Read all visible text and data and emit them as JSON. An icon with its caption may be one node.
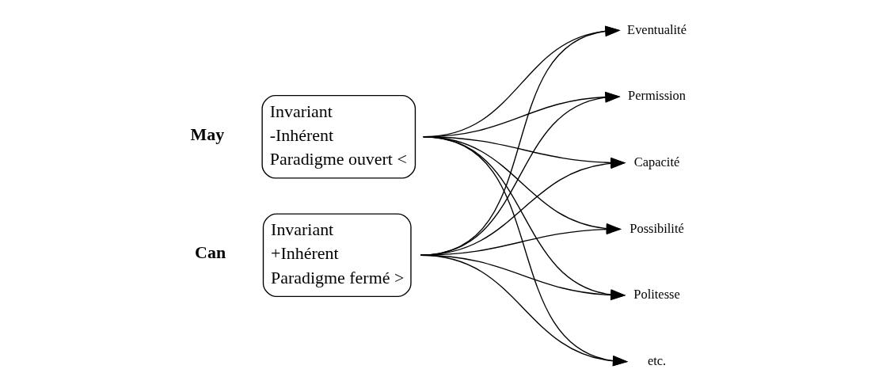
{
  "diagram": {
    "nodes": [
      {
        "text": [
          "Invariant",
          "-Inhérent",
          "Paradigme ouvert <"
        ],
        "beside": [
          "May"
        ]
      },
      {
        "text": [
          "Invariant",
          "+Inhérent",
          "Paradigme fermé >"
        ],
        "beside": [
          "Can"
        ]
      },
      {
        "text": [
          "Eventualité"
        ]
      },
      {
        "text": [
          "Permission"
        ]
      },
      {
        "text": [
          "Capacité"
        ]
      },
      {
        "text": [
          "Possibilité"
        ]
      },
      {
        "text": [
          "Politesse"
        ]
      },
      {
        "text": [
          "etc."
        ]
      }
    ],
    "edges": [
      {
        "from": 0,
        "to": 2,
        "arrow": "to"
      },
      {
        "from": 0,
        "to": 3,
        "arrow": "to"
      },
      {
        "from": 0,
        "to": 4,
        "arrow": "to"
      },
      {
        "from": 0,
        "to": 5,
        "arrow": "to"
      },
      {
        "from": 0,
        "to": 6,
        "arrow": "to"
      },
      {
        "from": 0,
        "to": 7,
        "arrow": "to"
      },
      {
        "from": 1,
        "to": 2,
        "arrow": "to"
      },
      {
        "from": 1,
        "to": 3,
        "arrow": "to"
      },
      {
        "from": 1,
        "to": 4,
        "arrow": "to"
      },
      {
        "from": 1,
        "to": 5,
        "arrow": "to"
      },
      {
        "from": 1,
        "to": 6,
        "arrow": "to"
      },
      {
        "from": 1,
        "to": 7,
        "arrow": "to"
      }
    ]
  }
}
